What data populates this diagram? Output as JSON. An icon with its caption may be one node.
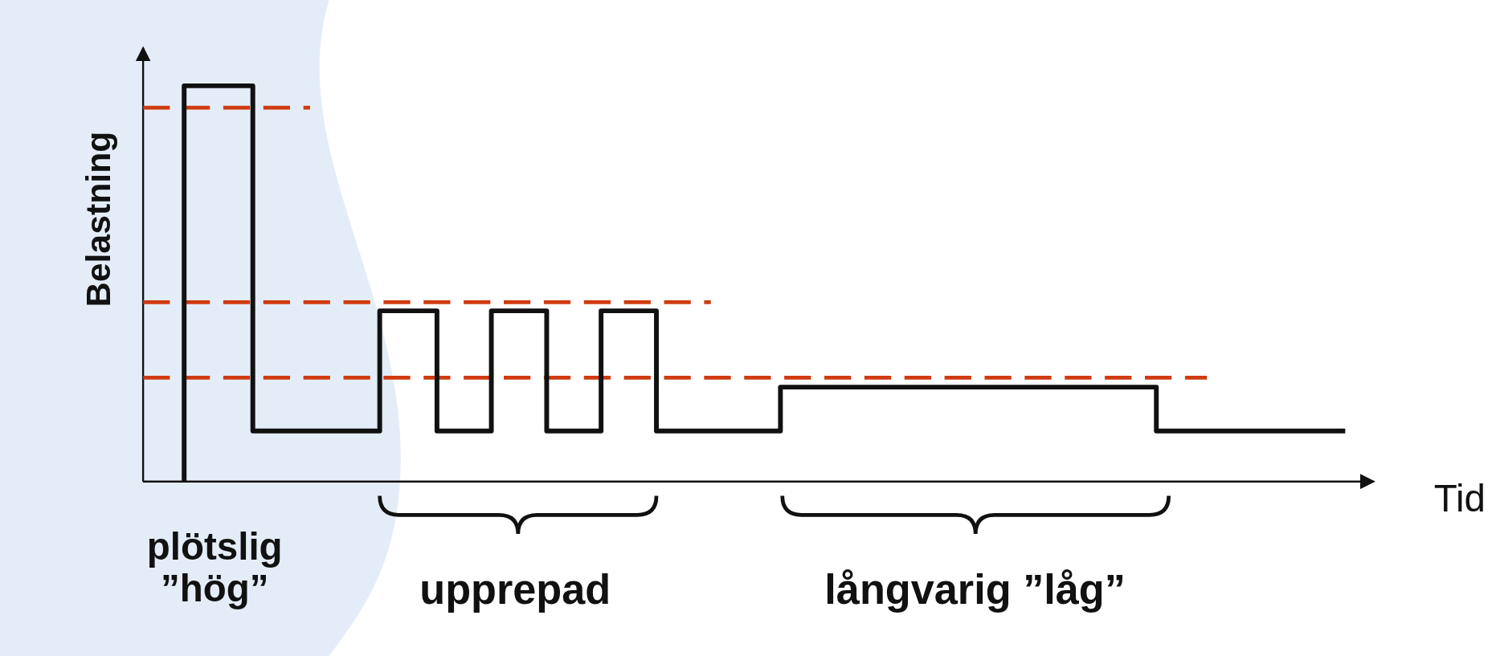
{
  "diagram": {
    "labels": [
      "Belastning",
      "Tid",
      "plötslig ”hög”",
      "upprepad",
      "långvarig ”låg”"
    ]
  }
}
